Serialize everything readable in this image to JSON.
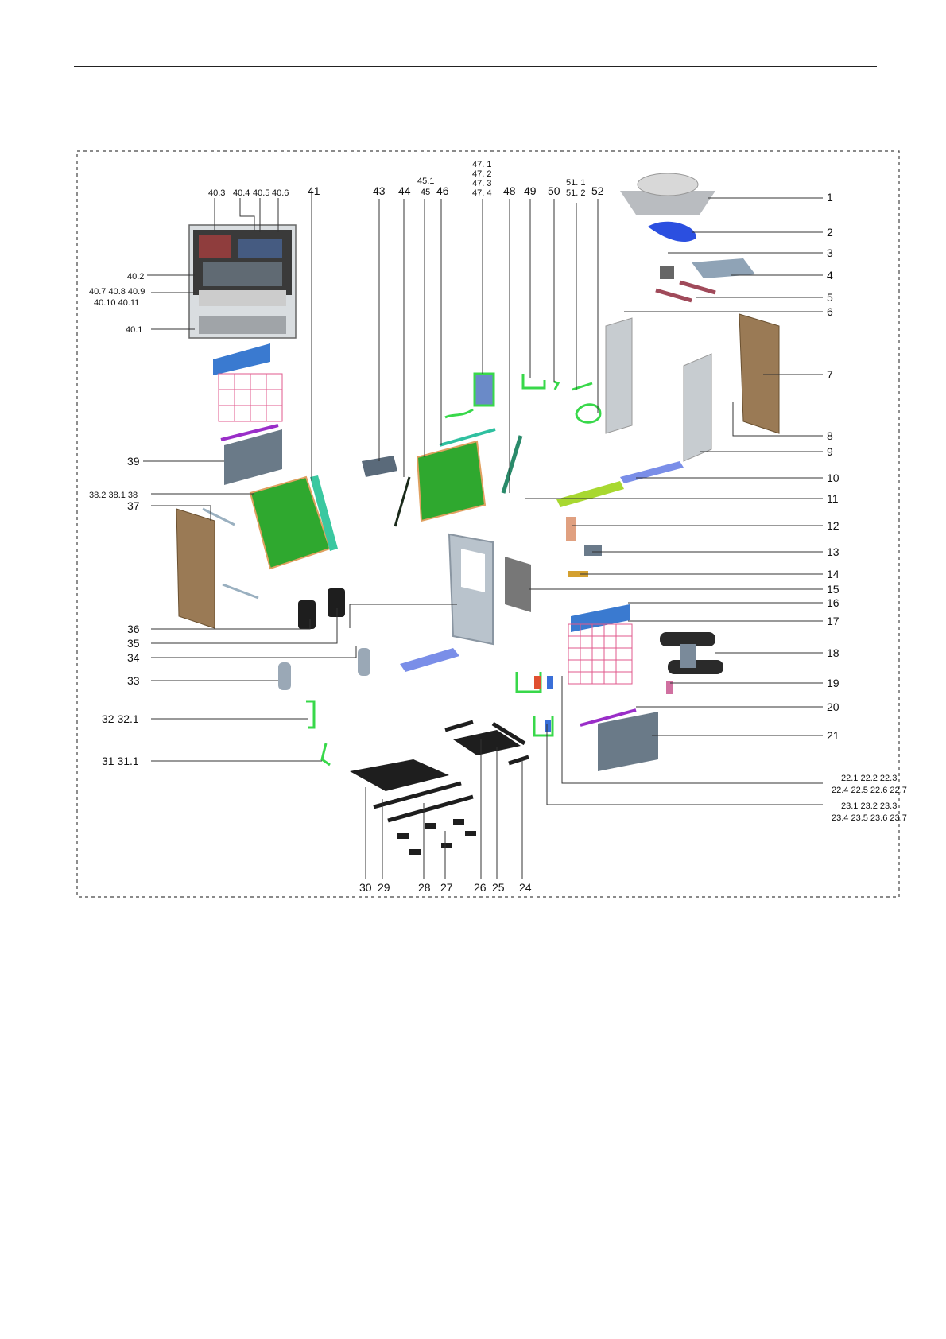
{
  "callouts": {
    "c1": "1",
    "c2": "2",
    "c3": "3",
    "c4": "4",
    "c5": "5",
    "c6": "6",
    "c7": "7",
    "c8": "8",
    "c9": "9",
    "c10": "10",
    "c11": "11",
    "c12": "12",
    "c13": "13",
    "c14": "14",
    "c15": "15",
    "c16": "16",
    "c17": "17",
    "c18": "18",
    "c19": "19",
    "c20": "20",
    "c21": "21",
    "c22a": "22.1   22.2   22.3",
    "c22b": "22.4  22.5  22.6  22.7",
    "c23a": "23.1   23.2   23.3",
    "c23b": "23.4  23.5  23.6  23.7",
    "c24": "24",
    "c25": "25",
    "c26": "26",
    "c27": "27",
    "c28": "28",
    "c29": "29",
    "c30": "30",
    "c31": "31   31.1",
    "c32": "32   32.1",
    "c33": "33",
    "c34": "34",
    "c35": "35",
    "c36": "36",
    "c37": "37",
    "c38": "38.2   38.1  38",
    "c39": "39",
    "c40_1": "40.1",
    "c40_2": "40.2",
    "c40_3": "40.3",
    "c40_4": "40.4",
    "c40_5": "40.5",
    "c40_6": "40.6",
    "c40_7": "40.7  40.8  40.9",
    "c40_10": "40.10  40.11",
    "c41": "41",
    "c43": "43",
    "c44": "44",
    "c45_1": "45.1",
    "c45": "45",
    "c46": "46",
    "c47_1": "47. 1",
    "c47_2": "47. 2",
    "c47_3": "47. 3",
    "c47_4": "47. 4",
    "c48": "48",
    "c49": "49",
    "c50": "50",
    "c51_1": "51. 1",
    "c51_2": "51. 2",
    "c52": "52"
  },
  "colors": {
    "panel_brown": "#9a7a55",
    "panel_grey": "#c7ccd0",
    "coil_green": "#2fa82f",
    "pipe_green": "#38d84a",
    "blue": "#3a6fd8",
    "purple": "#9a2ec8",
    "heater_red": "#e05a8c",
    "black_part": "#2a2a2a"
  }
}
